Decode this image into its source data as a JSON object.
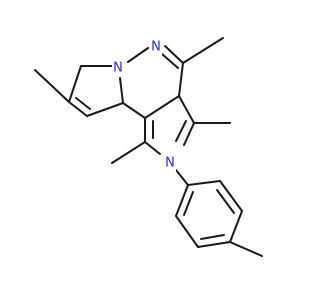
{
  "molecule": {
    "atom_labels": [
      "N",
      "N",
      "N"
    ],
    "colors": {
      "bond": "#1a1a1a",
      "nitrogen": "#2a2ad8",
      "background": "#ffffff"
    }
  }
}
